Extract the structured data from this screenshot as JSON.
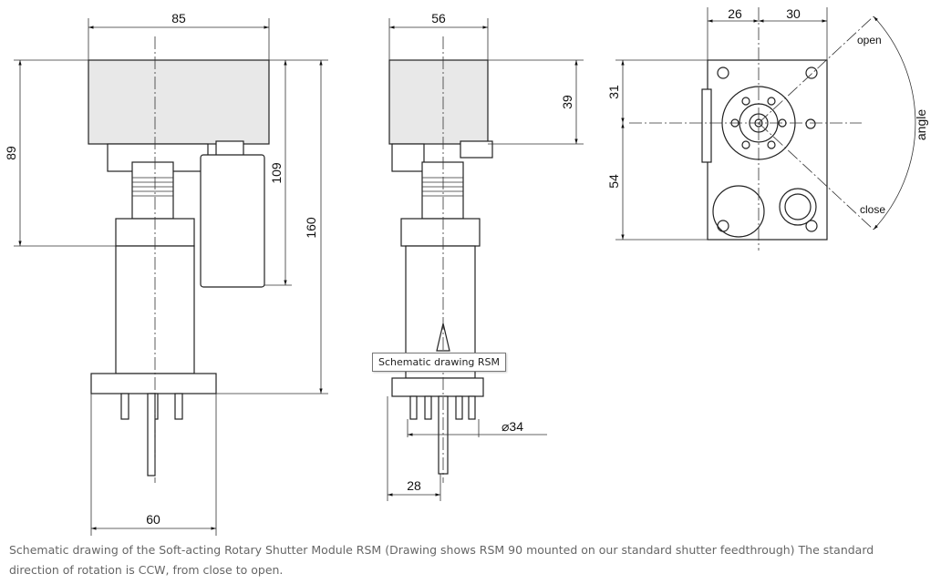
{
  "figure": {
    "tooltip": "Schematic drawing RSM",
    "caption": "Schematic drawing of the Soft-acting Rotary Shutter Module RSM (Drawing shows RSM 90 mounted on our standard shutter feedthrough) The standard direction of rotation is CCW, from close to open.",
    "front_view": {
      "width_top": "85",
      "height_top": "89",
      "height_motor": "109",
      "height_total": "160",
      "width_flange": "60"
    },
    "side_view": {
      "width_top": "56",
      "height_box": "39",
      "diameter": "⌀34",
      "offset": "28"
    },
    "top_view": {
      "left": "26",
      "right": "30",
      "upper": "31",
      "lower": "54",
      "open_label": "open",
      "close_label": "close",
      "angle_label": "angle"
    }
  }
}
